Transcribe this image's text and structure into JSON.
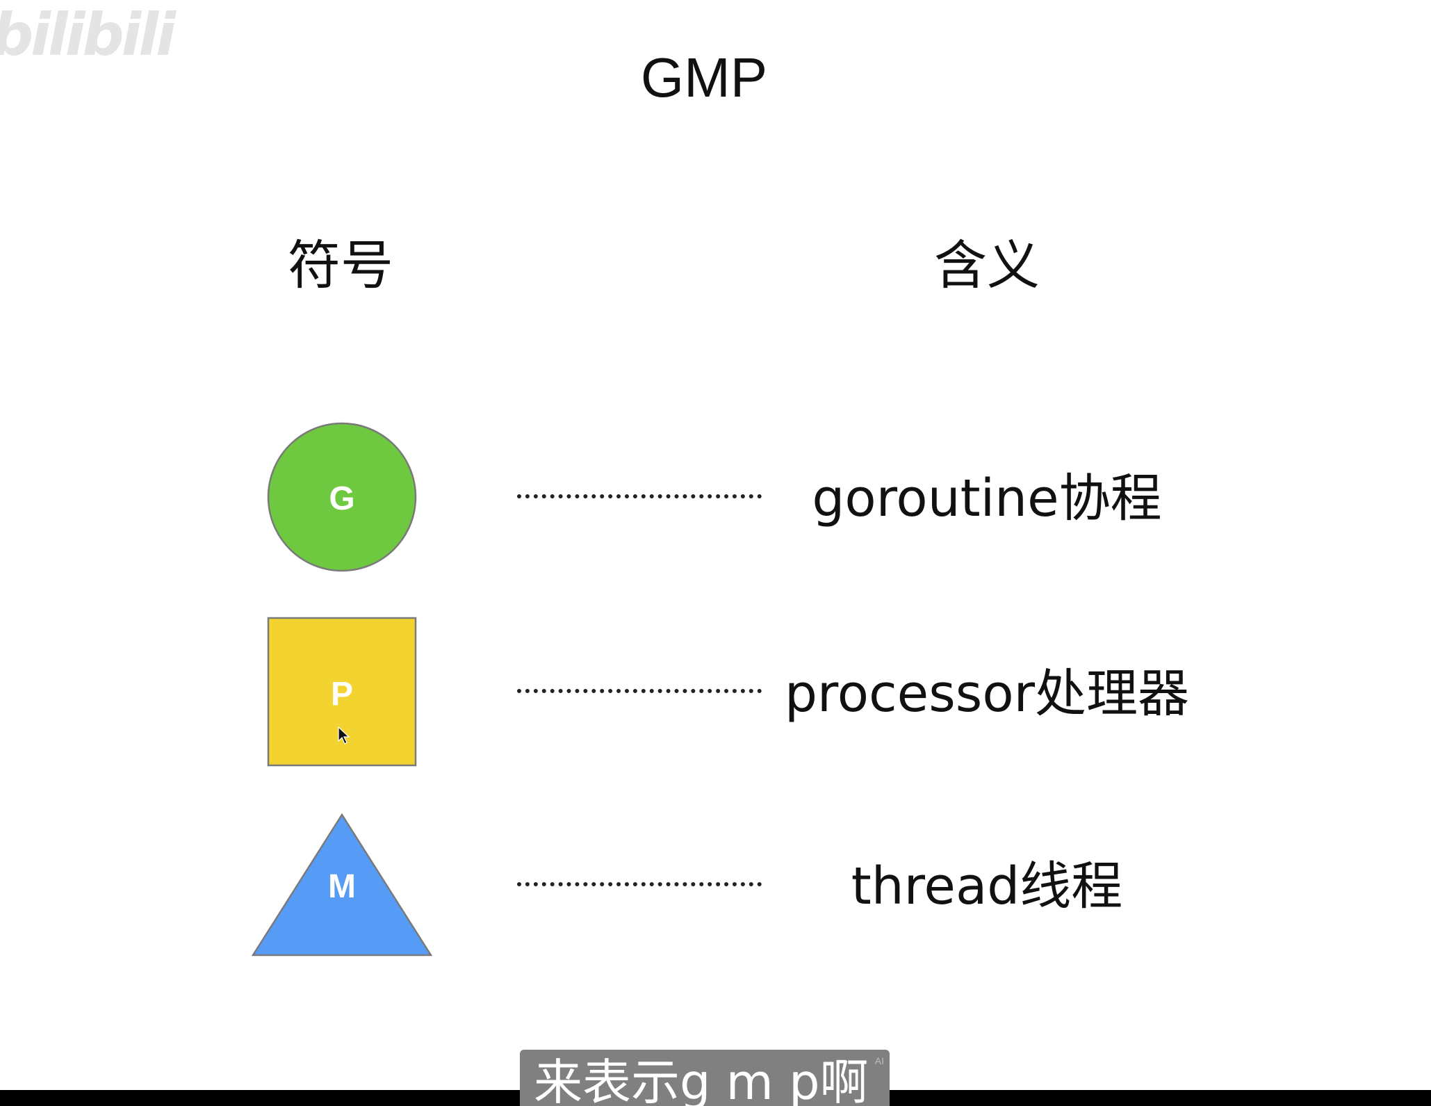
{
  "watermark": "bilibili",
  "title": "GMP",
  "headers": {
    "symbol": "符号",
    "meaning": "含义"
  },
  "legend": [
    {
      "symbol": "G",
      "shape": "circle",
      "color": "#6ec941",
      "meaning": "goroutine协程"
    },
    {
      "symbol": "P",
      "shape": "square",
      "color": "#f2d330",
      "meaning": "processor处理器"
    },
    {
      "symbol": "M",
      "shape": "triangle",
      "color": "#569cf7",
      "meaning": "thread线程"
    }
  ],
  "subtitle": {
    "text": "来表示g m p啊",
    "badge": "AI"
  },
  "icons": {
    "cursor": "mouse-pointer-icon"
  }
}
